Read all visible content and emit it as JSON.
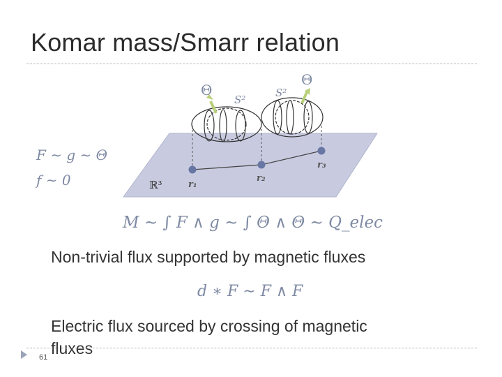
{
  "slide": {
    "title": "Komar mass/Smarr relation",
    "page_number": "61"
  },
  "diagram": {
    "plane_label": "ℝ³",
    "points": [
      {
        "label": "r₁"
      },
      {
        "label": "r₂"
      },
      {
        "label": "r₃"
      }
    ],
    "sphere_labels": [
      "S²",
      "S²"
    ],
    "flux_labels": [
      "Θ",
      "Θ"
    ],
    "side_equations": [
      "F ∼ g ∼ Θ",
      "f ∼ 0"
    ],
    "colors": {
      "plane": "#c8cbe0",
      "point": "#6876a4",
      "arrow": "#b9d07a",
      "math": "#7f8aa3"
    }
  },
  "equations": {
    "mass_relation": "M ∼ ∫ F ∧ g ∼ ∫ Θ ∧ Θ ∼ Q_elec",
    "flux_relation": "d ∗ F ∼ F ∧ F"
  },
  "text": {
    "line1": "Non-trivial flux supported by magnetic fluxes",
    "line2a": "Electric flux sourced by crossing of magnetic",
    "line2b": "fluxes"
  }
}
